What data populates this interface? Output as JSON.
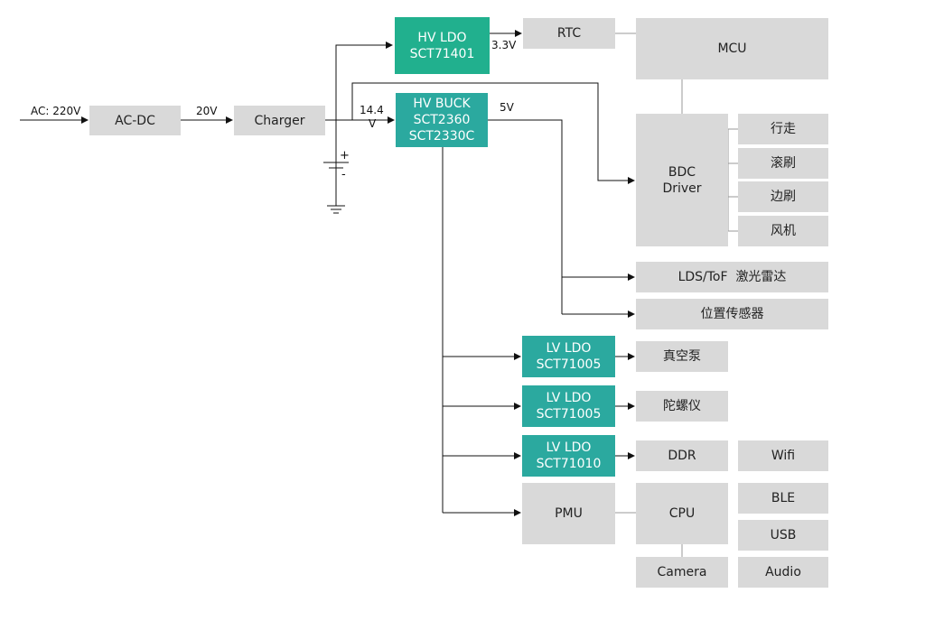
{
  "input": {
    "label": "AC: 220V"
  },
  "blocks": {
    "acdc": "AC-DC",
    "charger": "Charger",
    "hv_ldo": [
      "HV LDO",
      "SCT71401"
    ],
    "hv_buck": [
      "HV BUCK",
      "SCT2360",
      "SCT2330C"
    ],
    "rtc": "RTC",
    "mcu": "MCU",
    "bdc_driver": [
      "BDC",
      "Driver"
    ],
    "motors": [
      "行走",
      "滚刷",
      "边刷",
      "风机"
    ],
    "lds": "LDS/ToF  激光雷达",
    "position_sensor": "位置传感器",
    "lv_ldo_1": [
      "LV LDO",
      "SCT71005"
    ],
    "lv_ldo_2": [
      "LV LDO",
      "SCT71005"
    ],
    "lv_ldo_3": [
      "LV LDO",
      "SCT71010"
    ],
    "vacuum_pump": "真空泵",
    "gyro": "陀螺仪",
    "ddr": "DDR",
    "pmu": "PMU",
    "cpu": "CPU",
    "camera": "Camera",
    "peripherals": [
      "Wifi",
      "BLE",
      "USB",
      "Audio"
    ]
  },
  "voltages": {
    "v20": "20V",
    "v33": "3.3V",
    "v144": [
      "14.4",
      "V"
    ],
    "v5": "5V"
  },
  "battery": {
    "plus": "+",
    "minus": "-"
  },
  "colors": {
    "block": "#d9d9d9",
    "teal": "#2ba99f",
    "green": "#21b08e"
  }
}
